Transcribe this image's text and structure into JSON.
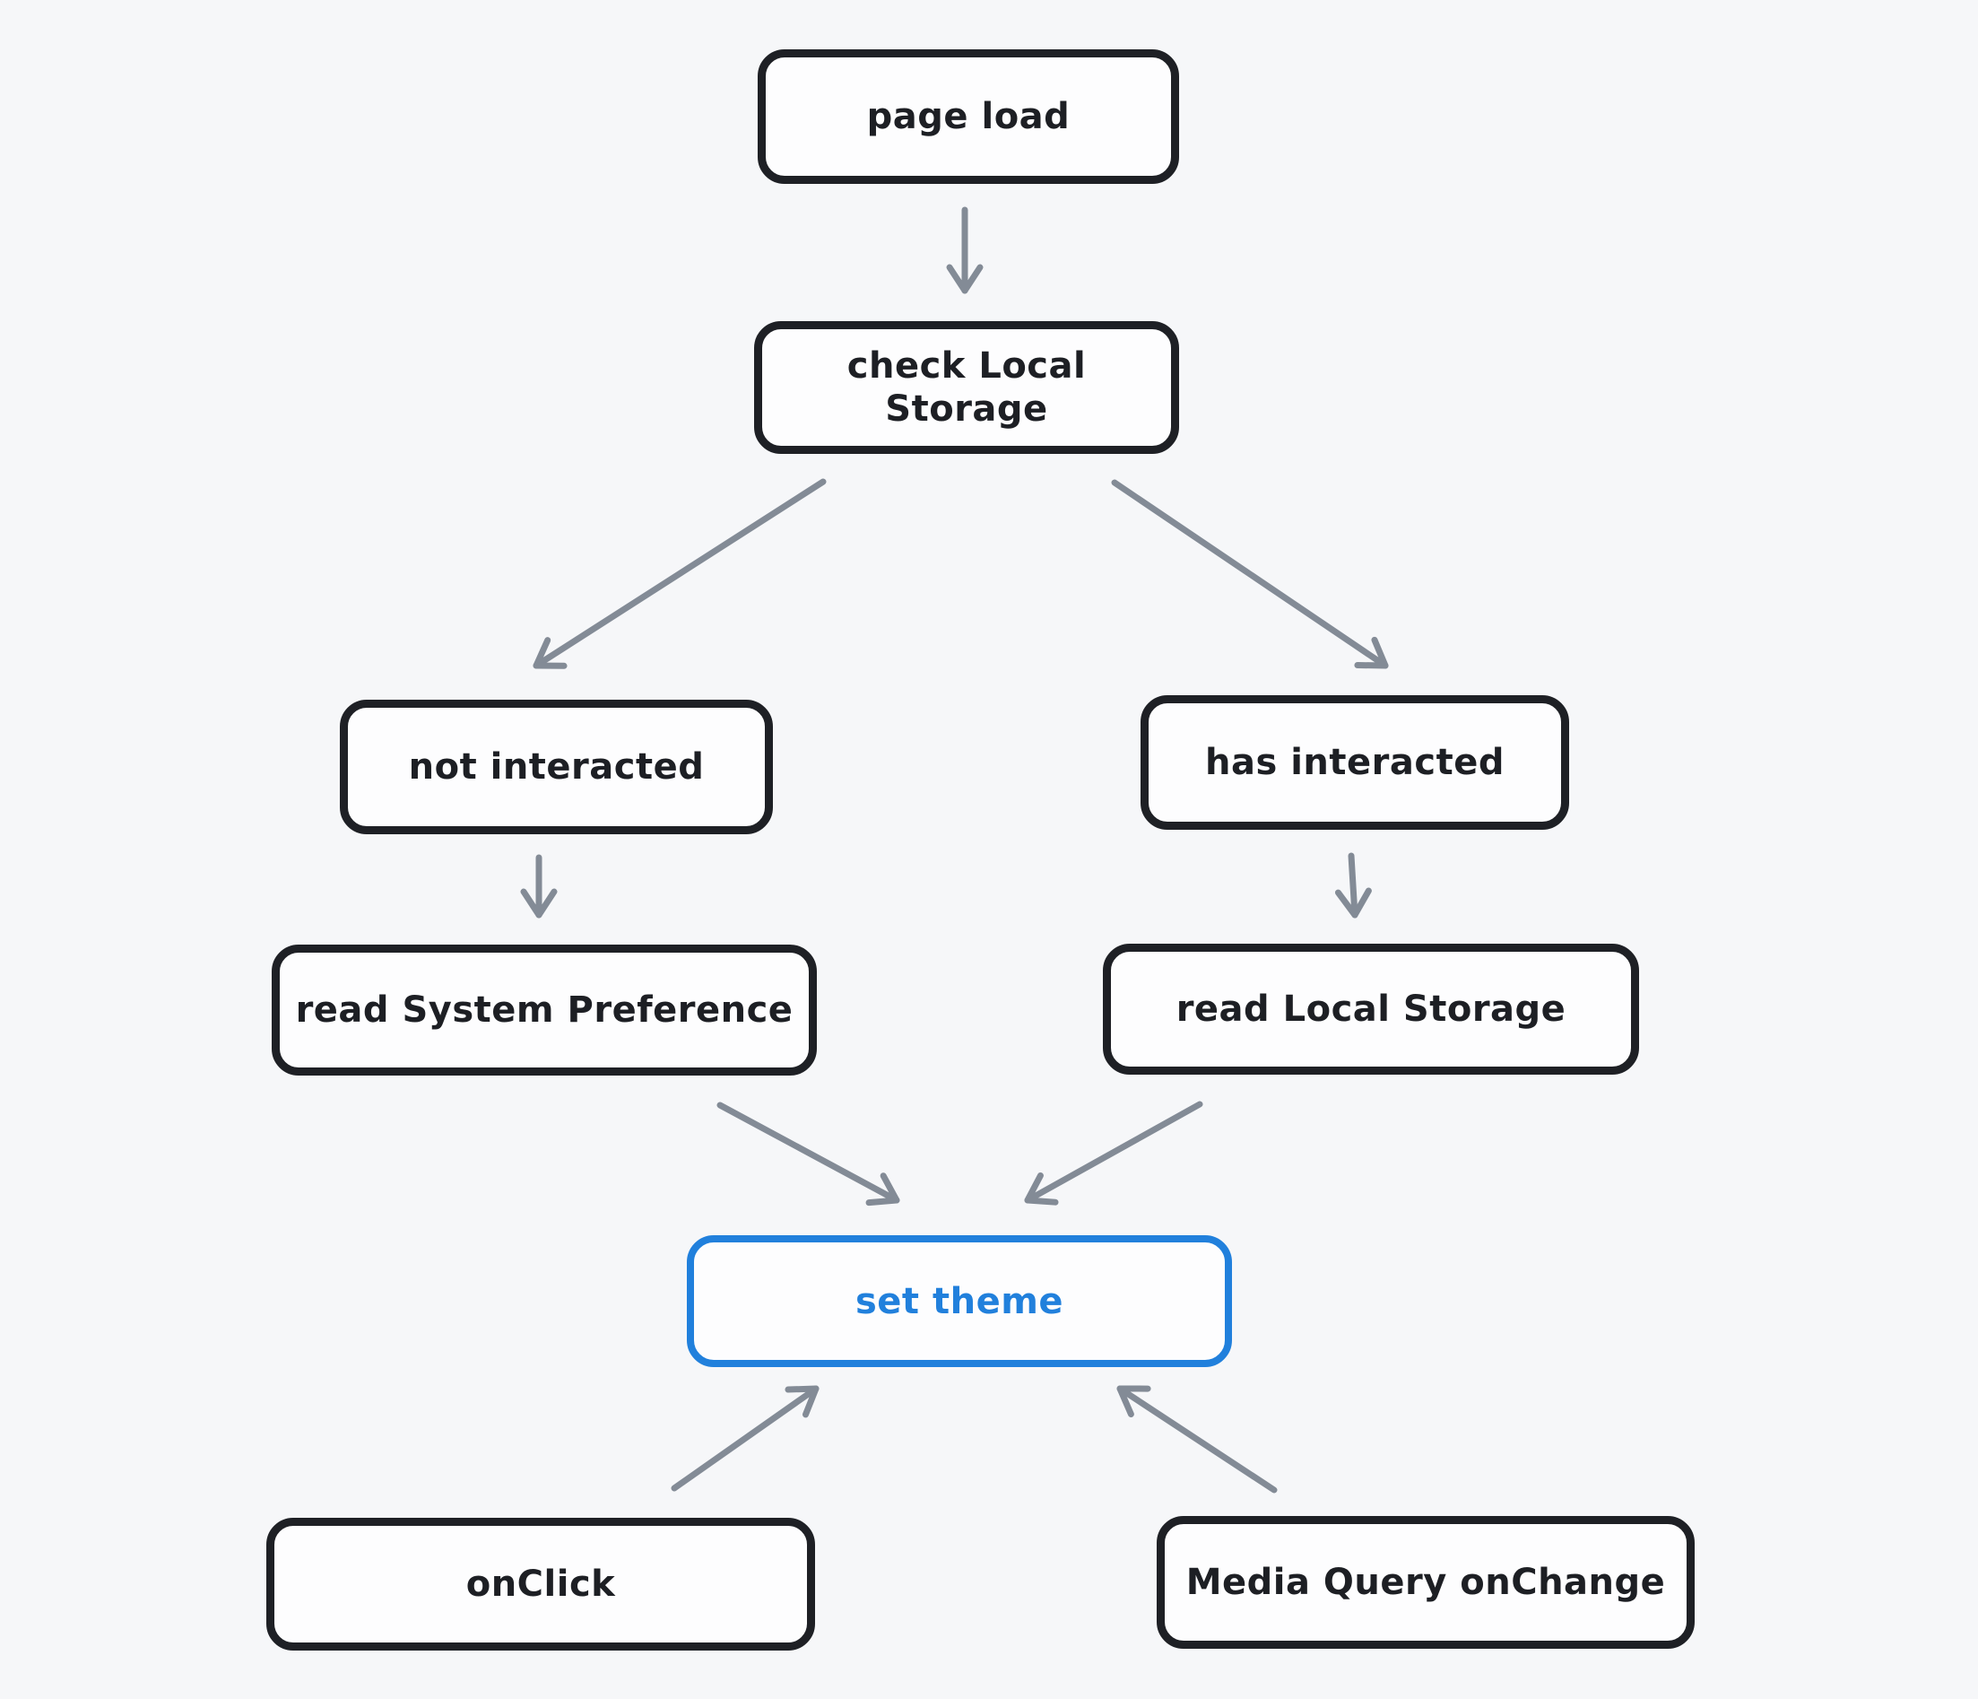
{
  "diagram": {
    "nodes": [
      {
        "id": "page-load",
        "label": "page load",
        "accent": false
      },
      {
        "id": "check-local-storage",
        "label": "check Local Storage",
        "accent": false
      },
      {
        "id": "not-interacted",
        "label": "not interacted",
        "accent": false
      },
      {
        "id": "has-interacted",
        "label": "has interacted",
        "accent": false
      },
      {
        "id": "read-system-preference",
        "label": "read System Preference",
        "accent": false
      },
      {
        "id": "read-local-storage",
        "label": "read Local Storage",
        "accent": false
      },
      {
        "id": "set-theme",
        "label": "set theme",
        "accent": true
      },
      {
        "id": "onclick",
        "label": "onClick",
        "accent": false
      },
      {
        "id": "media-query-onchange",
        "label": "Media Query onChange",
        "accent": false
      }
    ],
    "edges": [
      {
        "from": "page load",
        "to": "check Local Storage"
      },
      {
        "from": "check Local Storage",
        "to": "not interacted"
      },
      {
        "from": "check Local Storage",
        "to": "has interacted"
      },
      {
        "from": "not interacted",
        "to": "read System Preference"
      },
      {
        "from": "has interacted",
        "to": "read Local Storage"
      },
      {
        "from": "read System Preference",
        "to": "set theme"
      },
      {
        "from": "read Local Storage",
        "to": "set theme"
      },
      {
        "from": "onClick",
        "to": "set theme"
      },
      {
        "from": "Media Query onChange",
        "to": "set theme"
      }
    ]
  },
  "colors": {
    "background": "#f6f7f9",
    "node_border": "#1e2025",
    "node_fill": "#fdfdfe",
    "accent": "#2180dc",
    "arrow": "#838b96",
    "text": "#1d1f24"
  }
}
